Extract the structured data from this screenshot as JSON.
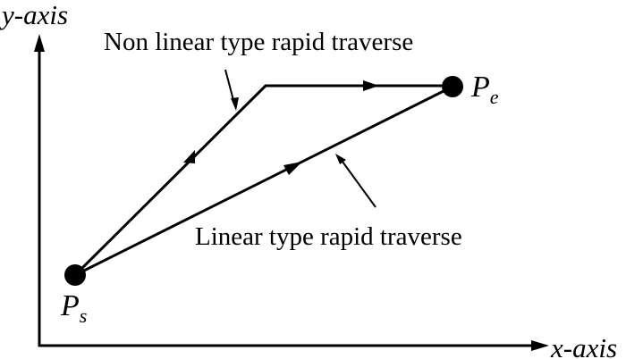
{
  "axes": {
    "y_label": "y-axis",
    "x_label": "x-axis"
  },
  "points": {
    "start": {
      "letter": "P",
      "subscript": "s"
    },
    "end": {
      "letter": "P",
      "subscript": "e"
    }
  },
  "paths": {
    "nonlinear": {
      "label": "Non linear type rapid traverse"
    },
    "linear": {
      "label": "Linear type rapid traverse"
    }
  },
  "colors": {
    "ink": "#000000",
    "background": "#ffffff"
  }
}
